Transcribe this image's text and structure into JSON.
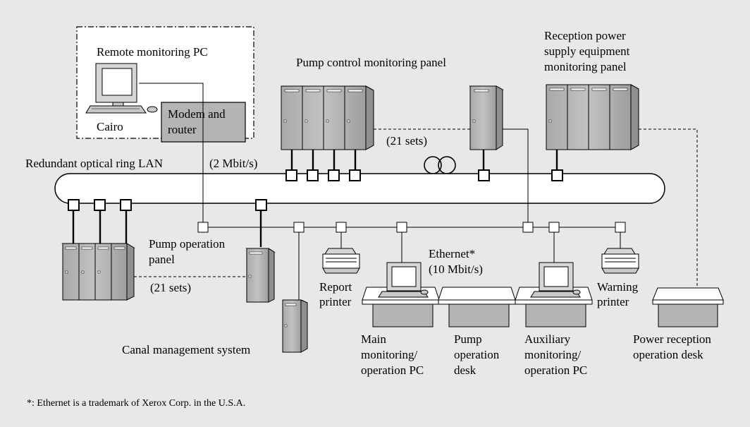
{
  "labels": {
    "remote_pc": "Remote monitoring PC",
    "cairo": "Cairo",
    "modem_line1": "Modem and",
    "modem_line2": "router",
    "pump_control_panel": "Pump control monitoring panel",
    "reception_line1": "Reception power",
    "reception_line2": "supply equipment",
    "reception_line3": "monitoring panel",
    "sets_upper": "(21 sets)",
    "ring_lan": "Redundant optical ring LAN",
    "ring_rate": "(2 Mbit/s)",
    "pump_op_panel_line1": "Pump operation",
    "pump_op_panel_line2": "panel",
    "sets_lower": "(21 sets)",
    "ethernet_line1": "Ethernet*",
    "ethernet_line2": "(10 Mbit/s)",
    "report_line1": "Report",
    "report_line2": "printer",
    "warning_line1": "Warning",
    "warning_line2": "printer",
    "canal": "Canal management system",
    "main_pc_line1": "Main",
    "main_pc_line2": "monitoring/",
    "main_pc_line3": "operation PC",
    "pump_desk_line1": "Pump",
    "pump_desk_line2": "operation",
    "pump_desk_line3": "desk",
    "aux_pc_line1": "Auxiliary",
    "aux_pc_line2": "monitoring/",
    "aux_pc_line3": "operation PC",
    "power_desk_line1": "Power reception",
    "power_desk_line2": "operation desk",
    "footnote": "*: Ethernet is a trademark of Xerox Corp. in the U.S.A."
  },
  "colors": {
    "background": "#e8e8e8",
    "equipment_fill": "#b4b4b4",
    "node_fill": "#ffffff",
    "line": "#000000"
  }
}
